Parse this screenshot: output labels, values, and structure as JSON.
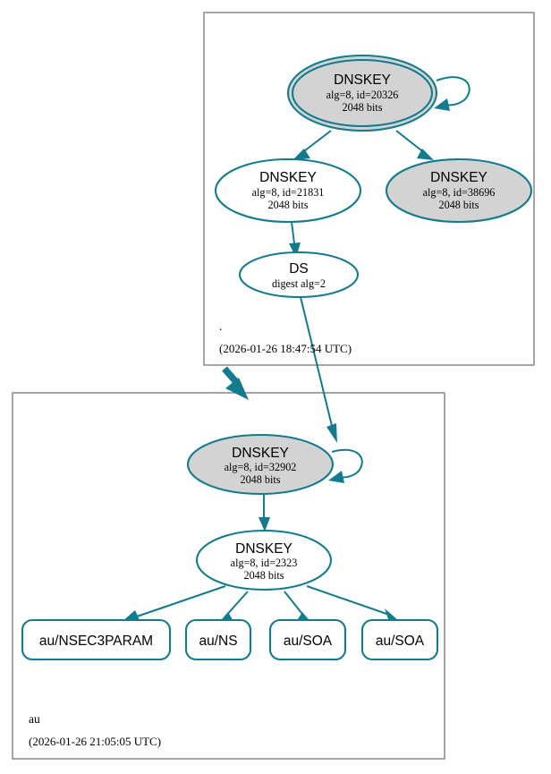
{
  "diagram": {
    "type": "dnssec-authentication-chain",
    "colors": {
      "edge": "#127b8d",
      "node_stroke": "#127b8d",
      "secure_fill": "#d3d3d3",
      "plain_fill": "#ffffff",
      "zone_border": "#808080",
      "text": "#000000"
    },
    "zones": [
      {
        "id": "root",
        "name": ".",
        "timestamp": "(2026-01-26 18:47:54 UTC)",
        "nodes": [
          {
            "id": "root-ksk-20326",
            "kind": "DNSKEY",
            "title": "DNSKEY",
            "line2": "alg=8, id=20326",
            "line3": "2048 bits",
            "shape": "doubleellipse",
            "fill": "gray",
            "self_signed": true
          },
          {
            "id": "root-zsk-21831",
            "kind": "DNSKEY",
            "title": "DNSKEY",
            "line2": "alg=8, id=21831",
            "line3": "2048 bits",
            "shape": "ellipse",
            "fill": "white",
            "self_signed": false
          },
          {
            "id": "root-zsk-38696",
            "kind": "DNSKEY",
            "title": "DNSKEY",
            "line2": "alg=8, id=38696",
            "line3": "2048 bits",
            "shape": "ellipse",
            "fill": "gray",
            "self_signed": false
          },
          {
            "id": "root-ds",
            "kind": "DS",
            "title": "DS",
            "line2": "digest alg=2",
            "line3": "",
            "shape": "ellipse",
            "fill": "white",
            "self_signed": false
          }
        ]
      },
      {
        "id": "au",
        "name": "au",
        "timestamp": "(2026-01-26 21:05:05 UTC)",
        "nodes": [
          {
            "id": "au-ksk-32902",
            "kind": "DNSKEY",
            "title": "DNSKEY",
            "line2": "alg=8, id=32902",
            "line3": "2048 bits",
            "shape": "ellipse",
            "fill": "gray",
            "self_signed": true
          },
          {
            "id": "au-zsk-2323",
            "kind": "DNSKEY",
            "title": "DNSKEY",
            "line2": "alg=8, id=2323",
            "line3": "2048 bits",
            "shape": "ellipse",
            "fill": "white",
            "self_signed": false
          }
        ],
        "rrsets": [
          {
            "id": "au-nsec3param",
            "label": "au/NSEC3PARAM"
          },
          {
            "id": "au-ns",
            "label": "au/NS"
          },
          {
            "id": "au-soa-1",
            "label": "au/SOA"
          },
          {
            "id": "au-soa-2",
            "label": "au/SOA"
          }
        ]
      }
    ],
    "edges": [
      {
        "from": "root-ksk-20326",
        "to": "root-ksk-20326",
        "style": "self-loop"
      },
      {
        "from": "root-ksk-20326",
        "to": "root-zsk-21831",
        "style": "normal"
      },
      {
        "from": "root-ksk-20326",
        "to": "root-zsk-38696",
        "style": "normal"
      },
      {
        "from": "root-zsk-21831",
        "to": "root-ds",
        "style": "normal"
      },
      {
        "from": "root-ds",
        "to": "au-ksk-32902",
        "style": "normal"
      },
      {
        "from": "root",
        "to": "au",
        "style": "thick-delegation"
      },
      {
        "from": "au-ksk-32902",
        "to": "au-ksk-32902",
        "style": "self-loop"
      },
      {
        "from": "au-ksk-32902",
        "to": "au-zsk-2323",
        "style": "normal"
      },
      {
        "from": "au-zsk-2323",
        "to": "au-nsec3param",
        "style": "normal"
      },
      {
        "from": "au-zsk-2323",
        "to": "au-ns",
        "style": "normal"
      },
      {
        "from": "au-zsk-2323",
        "to": "au-soa-1",
        "style": "normal"
      },
      {
        "from": "au-zsk-2323",
        "to": "au-soa-2",
        "style": "normal"
      }
    ]
  }
}
